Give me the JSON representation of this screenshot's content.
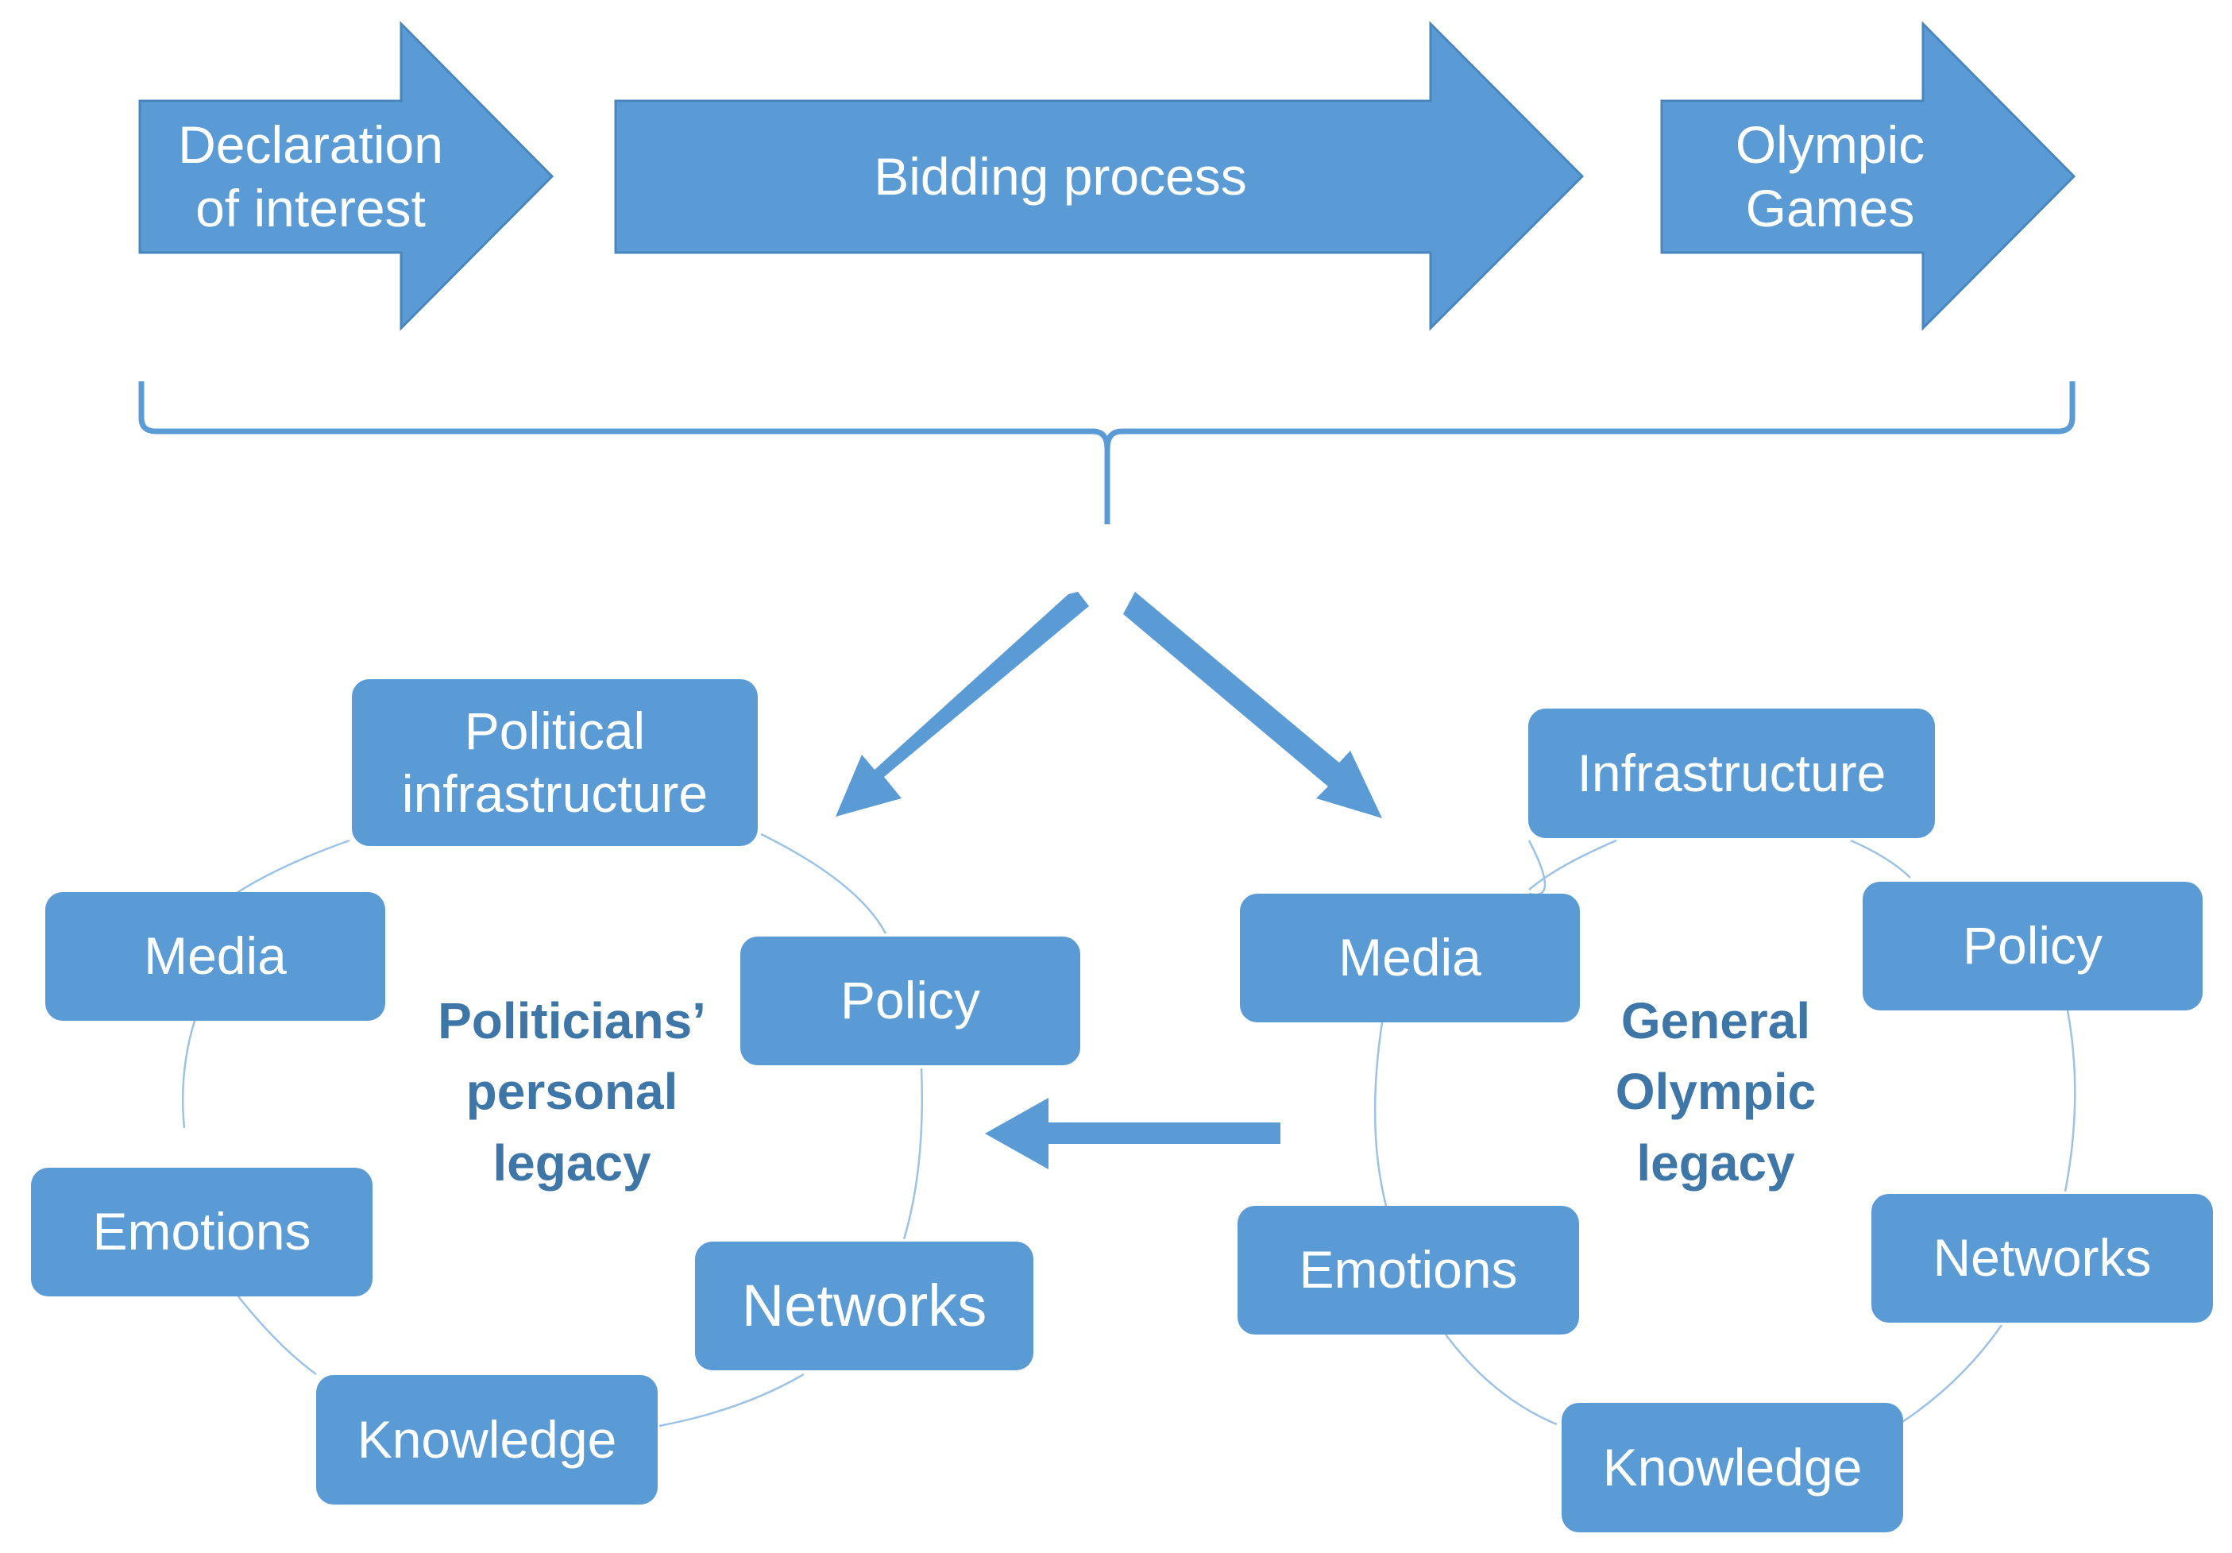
{
  "colors": {
    "fill": "#5b9bd5",
    "text_on_fill": "#ffffff",
    "label_text": "#3f76a8",
    "connector": "#9cc2e5"
  },
  "process": {
    "step1": "Declaration\nof interest",
    "step2": "Bidding process",
    "step3": "Olympic\nGames"
  },
  "left_cycle": {
    "center": "Politicians’\npersonal\nlegacy",
    "items": [
      "Political\ninfrastructure",
      "Policy",
      "Networks",
      "Knowledge",
      "Emotions",
      "Media"
    ]
  },
  "right_cycle": {
    "center": "General\nOlympic\nlegacy",
    "items": [
      "Infrastructure",
      "Policy",
      "Networks",
      "Knowledge",
      "Emotions",
      "Media"
    ]
  }
}
